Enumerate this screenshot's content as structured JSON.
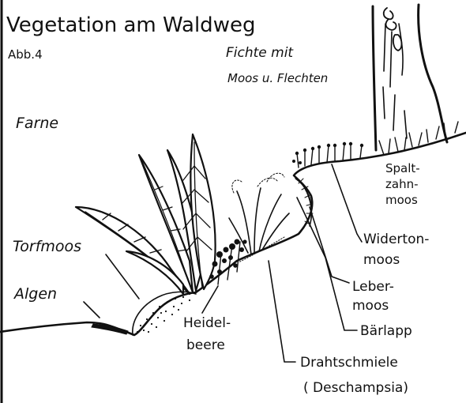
{
  "diagram": {
    "title": "Vegetation am Waldweg",
    "figure_number": "Abb.4",
    "labels": {
      "tree_line1": "Fichte mit",
      "tree_line2": "Moos u. Flechten",
      "ferns": "Farne",
      "peat_moss": "Torfmoos",
      "algae": "Algen",
      "bilberry_line1": "Heidel-",
      "bilberry_line2": "beere",
      "spalt_line1": "Spalt-",
      "spalt_line2": "zahn-",
      "spalt_line3": "moos",
      "widerton_line1": "Widerton-",
      "widerton_line2": "moos",
      "leber_line1": "Leber-",
      "leber_line2": "moos",
      "baerlapp": "Bärlapp",
      "drahtschmiele": "Drahtschmiele",
      "deschampsia": "( Deschampsia)"
    }
  }
}
